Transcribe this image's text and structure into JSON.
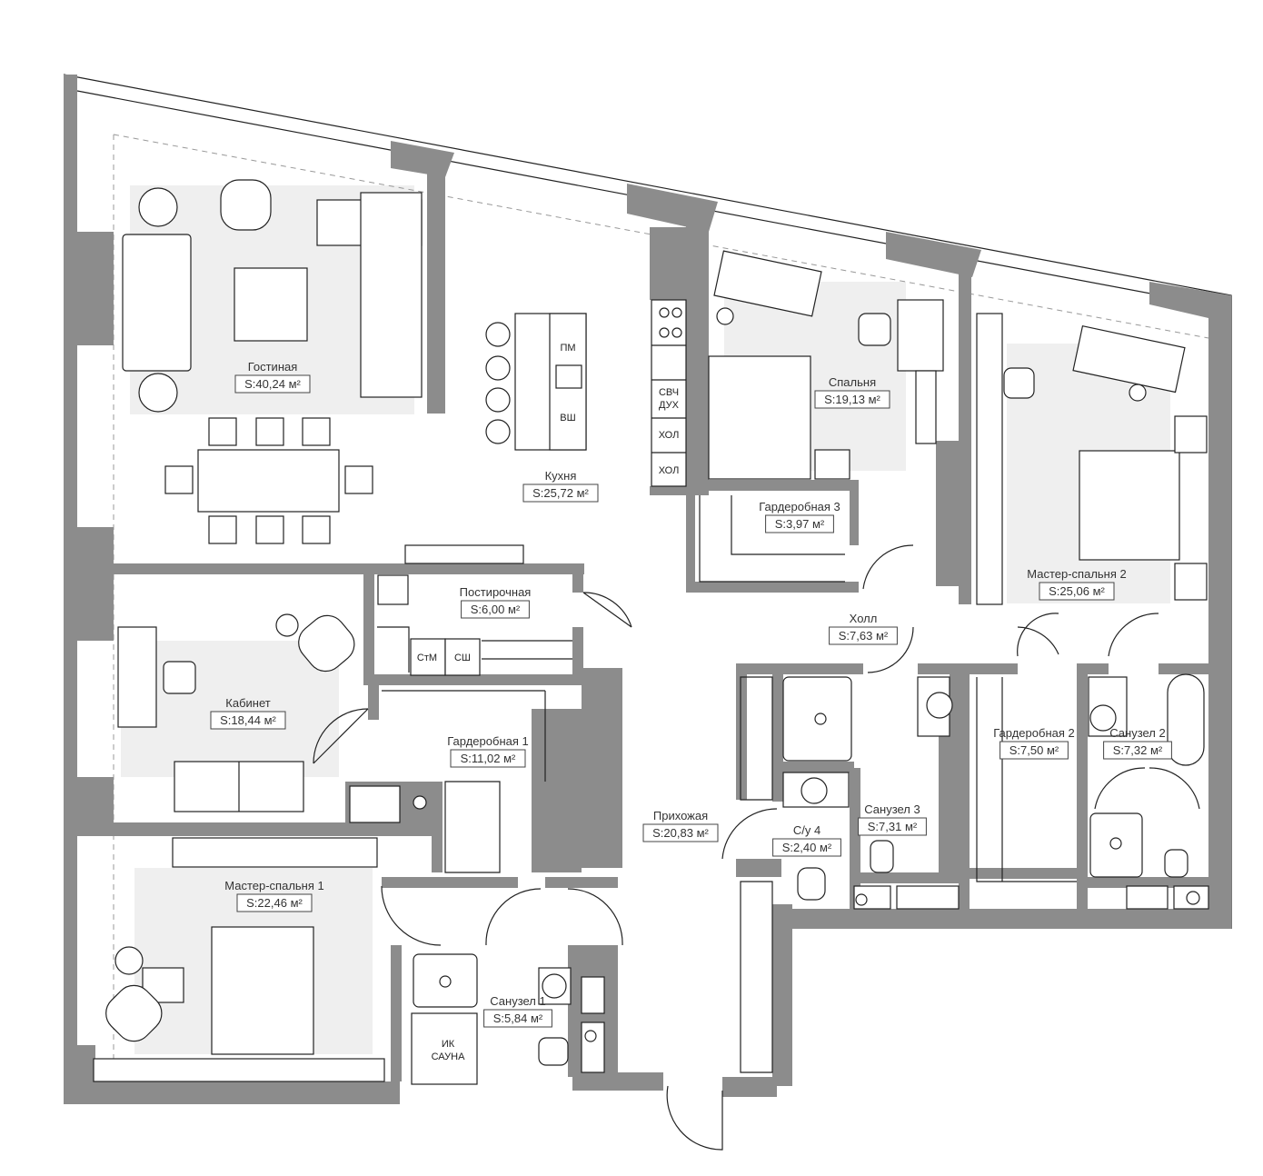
{
  "rooms": [
    {
      "name": "Гостиная",
      "area": "S:40,24 м²"
    },
    {
      "name": "Кухня",
      "area": "S:25,72 м²"
    },
    {
      "name": "Спальня",
      "area": "S:19,13 м²"
    },
    {
      "name": "Гардеробная 3",
      "area": "S:3,97 м²"
    },
    {
      "name": "Мастер-спальня 2",
      "area": "S:25,06 м²"
    },
    {
      "name": "Холл",
      "area": "S:7,63 м²"
    },
    {
      "name": "Постирочная",
      "area": "S:6,00 м²"
    },
    {
      "name": "Кабинет",
      "area": "S:18,44 м²"
    },
    {
      "name": "Гардеробная 1",
      "area": "S:11,02 м²"
    },
    {
      "name": "Прихожая",
      "area": "S:20,83 м²"
    },
    {
      "name": "Гардеробная 2",
      "area": "S:7,50 м²"
    },
    {
      "name": "Санузел 2",
      "area": "S:7,32 м²"
    },
    {
      "name": "Санузел 3",
      "area": "S:7,31 м²"
    },
    {
      "name": "С/у 4",
      "area": "S:2,40 м²"
    },
    {
      "name": "Мастер-спальня 1",
      "area": "S:22,46 м²"
    },
    {
      "name": "Санузел 1",
      "area": "S:5,84 м²"
    }
  ],
  "appliances": {
    "dishwasher": "ПМ",
    "washer_sink": "ВШ",
    "microwave": "СВЧ",
    "oven": "ДУХ",
    "fridge1": "ХОЛ",
    "fridge2": "ХОЛ",
    "washing_machine": "СтМ",
    "dryer": "СШ",
    "sauna_line1": "ИК",
    "sauna_line2": "САУНА"
  },
  "colors": {
    "wall": "#8c8c8c",
    "zone": "#efefef",
    "line": "#222222"
  }
}
